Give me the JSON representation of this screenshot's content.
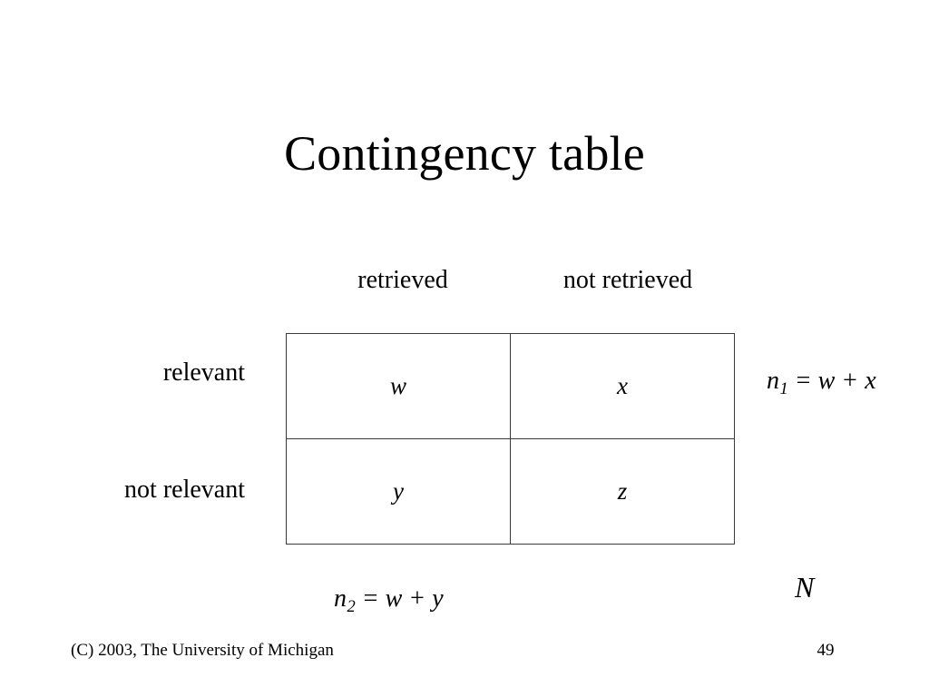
{
  "slide": {
    "title": "Contingency table",
    "background_color": "#ffffff",
    "text_color": "#000000",
    "border_color": "#3b3b3b"
  },
  "table": {
    "column_headers": [
      "retrieved",
      "not retrieved"
    ],
    "row_labels": [
      "relevant",
      "not relevant"
    ],
    "cells": [
      [
        "w",
        "x"
      ],
      [
        "y",
        "z"
      ]
    ]
  },
  "formulas": {
    "row1_total": {
      "name": "n",
      "subscript": "1",
      "rest": " = w + x"
    },
    "col1_total": {
      "name": "n",
      "subscript": "2",
      "rest": " = w + y"
    },
    "grand_total": "N"
  },
  "footer": {
    "copyright": "(C) 2003, The University of Michigan",
    "page_number": "49"
  }
}
